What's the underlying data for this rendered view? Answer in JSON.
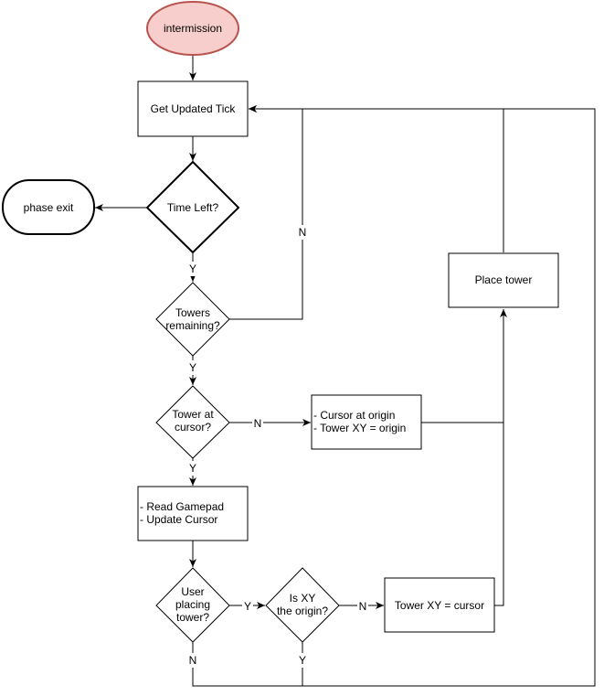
{
  "nodes": {
    "intermission": {
      "label": "intermission",
      "fill": "#f8cecc",
      "stroke": "#b85450"
    },
    "get_updated_tick": {
      "label": "Get Updated Tick"
    },
    "time_left": {
      "label": "Time Left?"
    },
    "phase_exit": {
      "label": "phase exit"
    },
    "towers_remaining": {
      "lines": [
        "Towers",
        "remaining?"
      ]
    },
    "tower_at_cursor": {
      "lines": [
        "Tower at",
        "cursor?"
      ]
    },
    "cursor_origin_box": {
      "lines": [
        "- Cursor at origin",
        "- Tower XY = origin"
      ]
    },
    "place_tower": {
      "label": "Place tower"
    },
    "read_gamepad_box": {
      "lines": [
        "- Read Gamepad",
        "- Update Cursor"
      ]
    },
    "user_placing": {
      "lines": [
        "User",
        "placing",
        "tower?"
      ]
    },
    "is_xy_origin": {
      "lines": [
        "Is XY",
        "the origin?"
      ]
    },
    "tower_xy_cursor": {
      "label": "Tower XY = cursor"
    }
  },
  "edge_labels": {
    "towers_no": "N",
    "time_left_yes": "Y",
    "towers_yes": "Y",
    "tower_at_cursor_no": "N",
    "tower_at_cursor_yes": "Y",
    "placing_yes": "Y",
    "is_origin_no": "N",
    "placing_no": "N",
    "is_origin_yes": "Y"
  }
}
